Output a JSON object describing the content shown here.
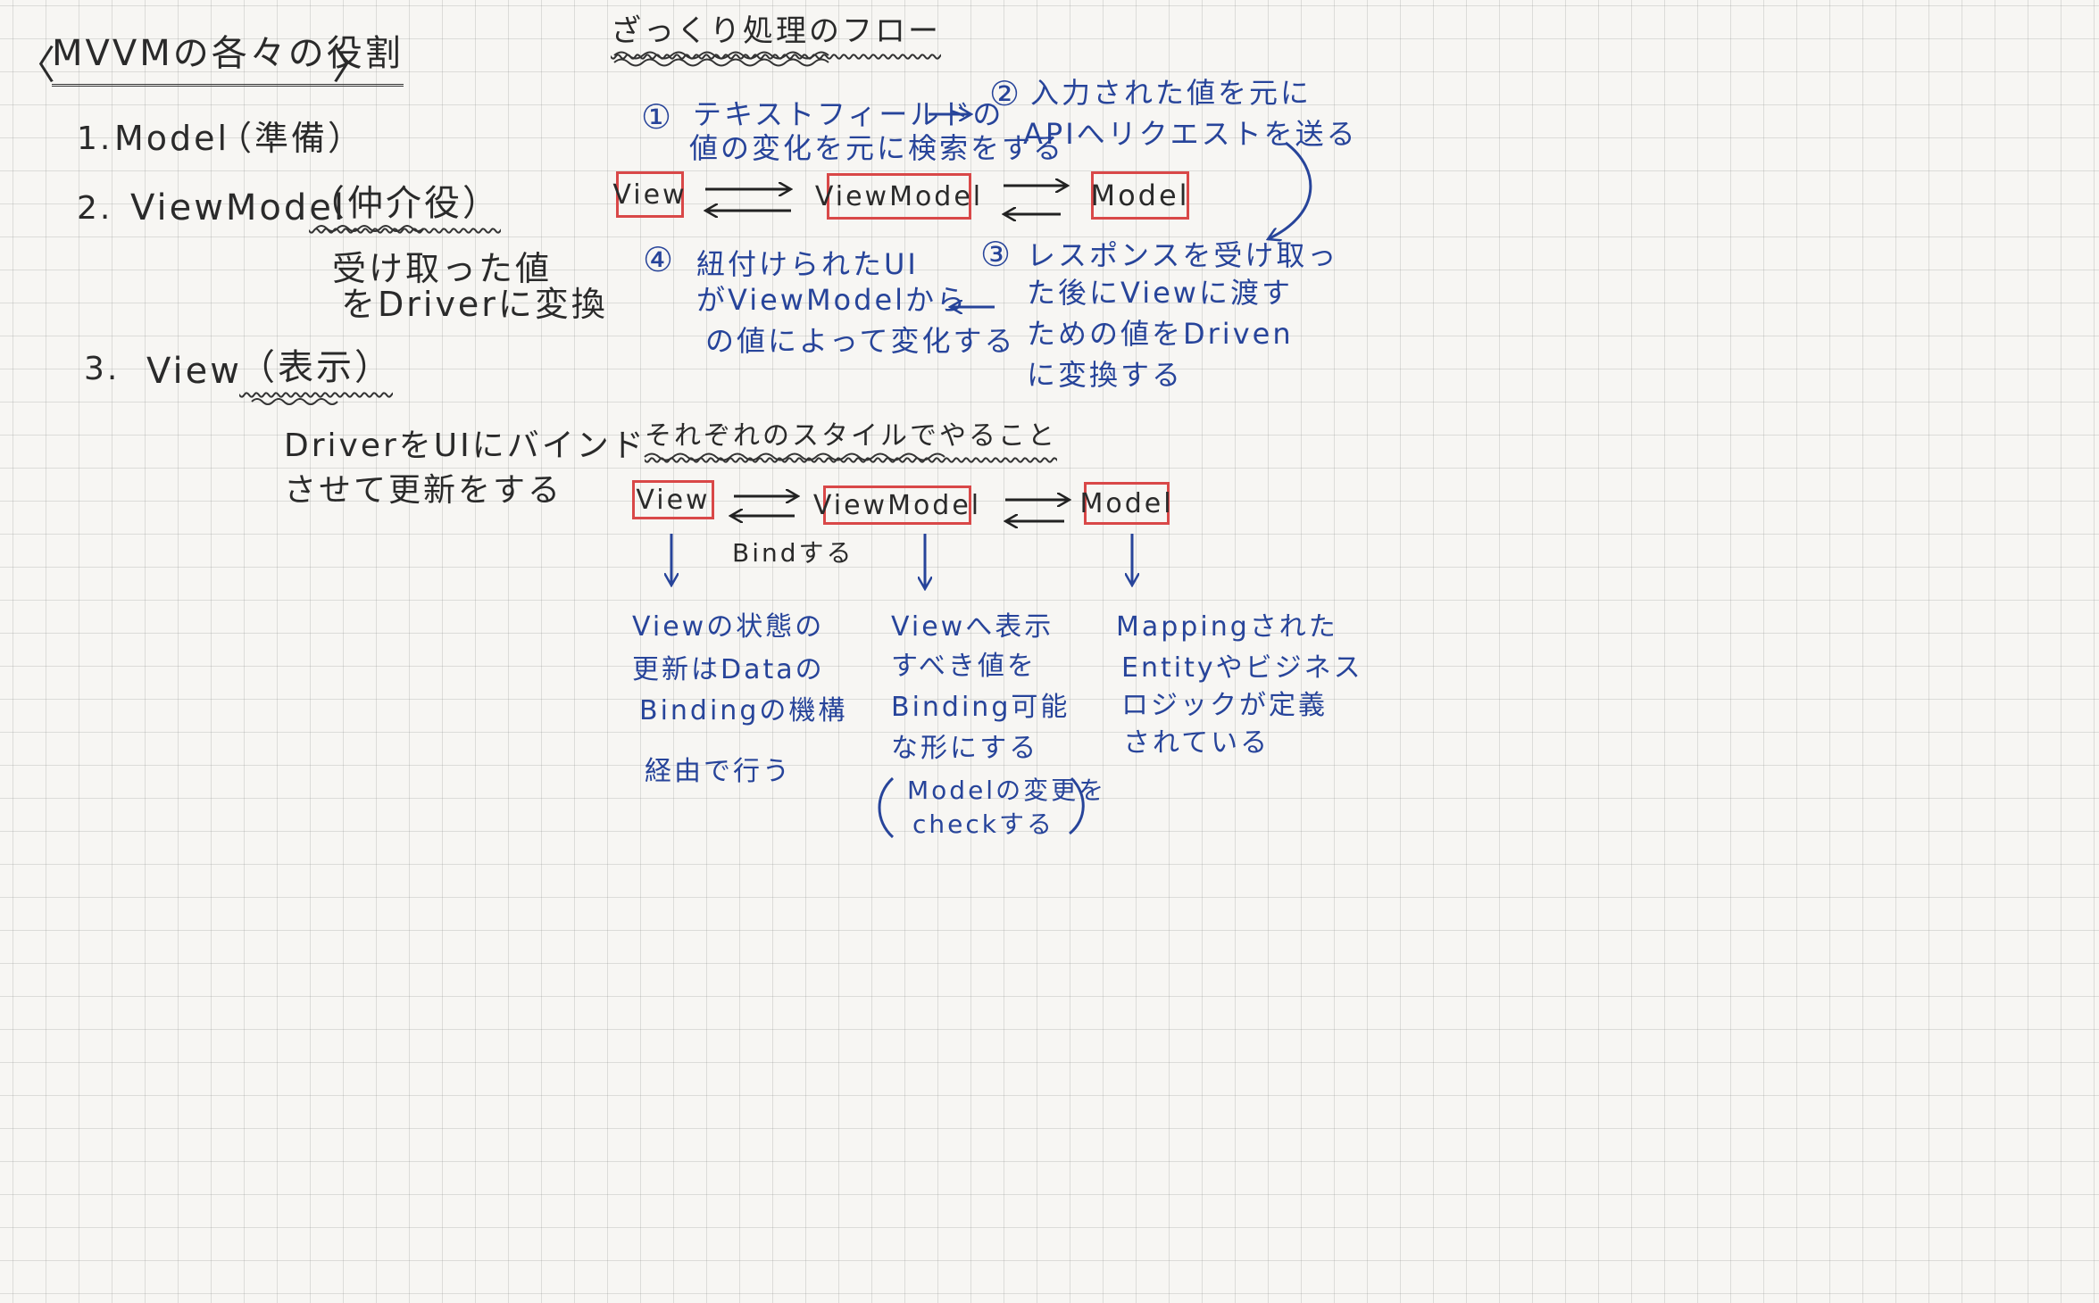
{
  "left": {
    "title": "MVVMの各々の役割",
    "bracket_open": "〈",
    "bracket_close": "〉",
    "item1": {
      "num": "1.",
      "name": "Model",
      "role": "（準備）"
    },
    "item2": {
      "num": "2.",
      "name": "ViewModel",
      "role": "（仲介役）",
      "desc1": "受け取った値",
      "desc2": "をDriverに変換"
    },
    "item3": {
      "num": "3.",
      "name": "View",
      "role": "（表示）",
      "desc1": "DriverをUIにバインド",
      "desc2": "させて更新をする"
    }
  },
  "flow": {
    "title": "ざっくり処理のフロー",
    "step1": {
      "num": "①",
      "line1": "テキストフィールドの",
      "line2": "値の変化を元に検索をする"
    },
    "step2": {
      "num": "②",
      "line1": "入力された値を元に",
      "line2": "APIへリクエストを送る"
    },
    "step3": {
      "num": "③",
      "line1": "レスポンスを受け取っ",
      "line2": "た後にViewに渡す",
      "line3": "ための値をDriven",
      "line4": "に変換する"
    },
    "step4": {
      "num": "④",
      "line1": "紐付けられたUI",
      "line2": "がViewModelから",
      "line3": "の値によって変化する"
    },
    "boxes": {
      "view": "View",
      "viewmodel": "ViewModel",
      "model": "Model"
    }
  },
  "styles": {
    "title": "それぞれのスタイルでやること",
    "boxes": {
      "view": "View",
      "viewmodel": "ViewModel",
      "model": "Model"
    },
    "bind_label": "Bindする",
    "view_desc": [
      "Viewの状態の",
      "更新はDataの",
      "Bindingの機構",
      "経由で行う"
    ],
    "viewmodel_desc": [
      "Viewへ表示",
      "すべき値を",
      "Binding可能",
      "な形にする"
    ],
    "viewmodel_note": [
      "Modelの変更を",
      "checkする"
    ],
    "model_desc": [
      "Mappingされた",
      "Entityやビジネス",
      "ロジックが定義",
      "されている"
    ]
  },
  "colors": {
    "ink": "#2a2a2a",
    "blue": "#27449a",
    "box_border": "#d94848",
    "paper": "#f7f6f3"
  }
}
